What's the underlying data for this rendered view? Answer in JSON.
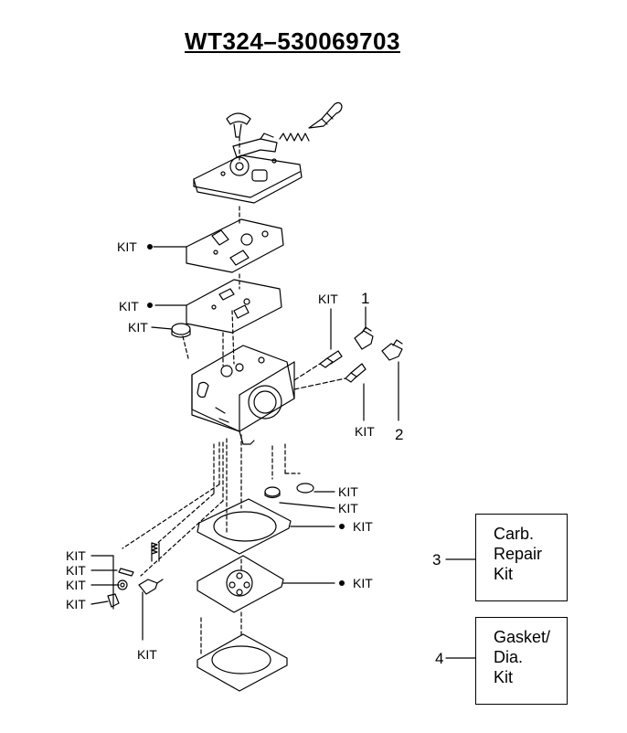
{
  "title": "WT324–530069703",
  "labels": {
    "kit": "KIT",
    "ref1": "1",
    "ref2": "2",
    "ref3": "3",
    "ref4": "4"
  },
  "boxes": {
    "carb_repair_kit": [
      "Carb.",
      "Repair",
      "Kit"
    ],
    "gasket_dia_kit": [
      "Gasket/",
      "Dia.",
      "Kit"
    ]
  }
}
